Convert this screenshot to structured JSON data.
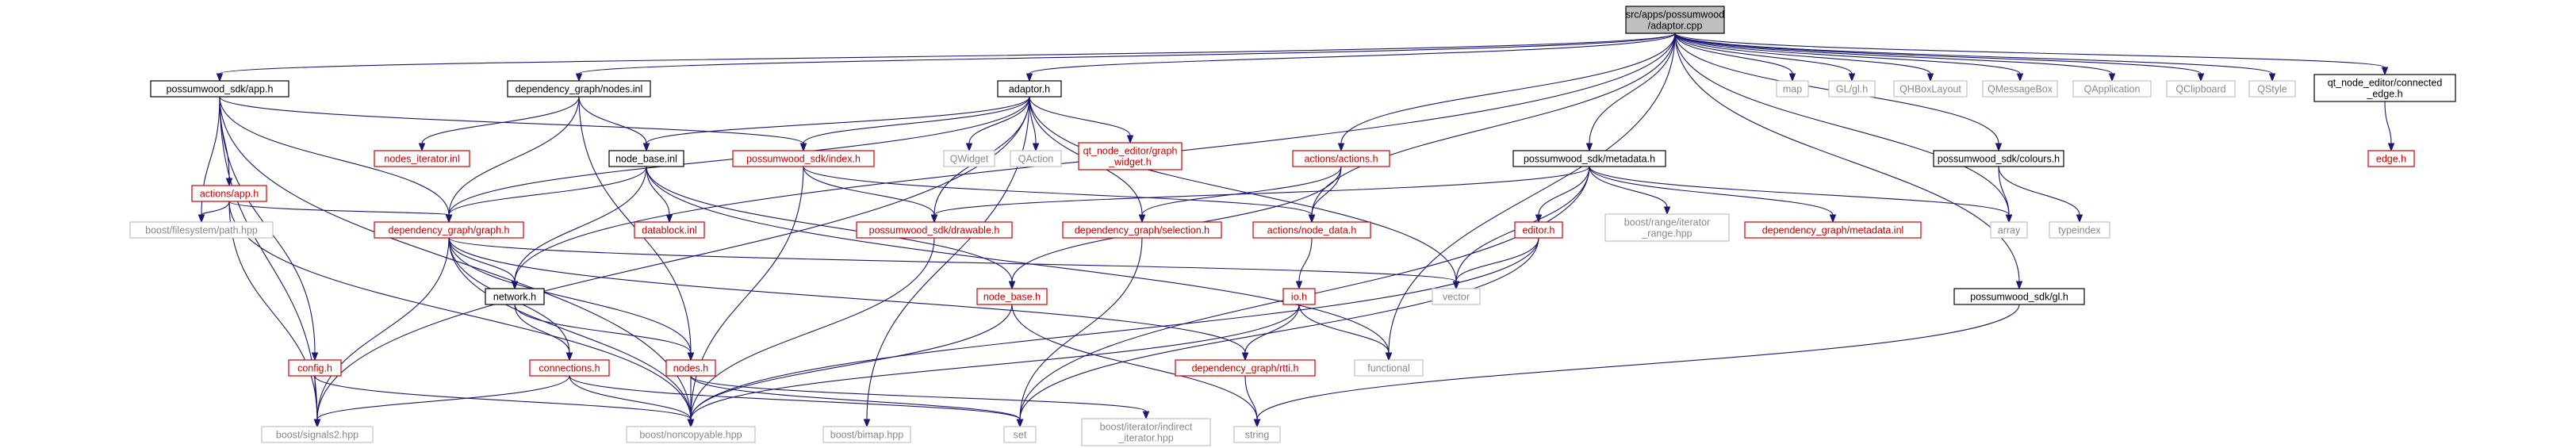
{
  "nodes": [
    {
      "id": "root",
      "lines": [
        "src/apps/possumwood",
        "/adaptor.cpp"
      ],
      "style": "root"
    },
    {
      "id": "sdk_app",
      "lines": [
        "possumwood_sdk/app.h"
      ],
      "style": "plain"
    },
    {
      "id": "dg_nodes_inl",
      "lines": [
        "dependency_graph/nodes.inl"
      ],
      "style": "plain"
    },
    {
      "id": "adaptor_h",
      "lines": [
        "adaptor.h"
      ],
      "style": "plain"
    },
    {
      "id": "actions_actions",
      "lines": [
        "actions/actions.h"
      ],
      "style": "red"
    },
    {
      "id": "sdk_metadata",
      "lines": [
        "possumwood_sdk/metadata.h"
      ],
      "style": "plain"
    },
    {
      "id": "sdk_colours",
      "lines": [
        "possumwood_sdk/colours.h"
      ],
      "style": "plain"
    },
    {
      "id": "map",
      "lines": [
        "map"
      ],
      "style": "gray"
    },
    {
      "id": "gl",
      "lines": [
        "GL/gl.h"
      ],
      "style": "gray"
    },
    {
      "id": "qhbox",
      "lines": [
        "QHBoxLayout"
      ],
      "style": "gray"
    },
    {
      "id": "qmsg",
      "lines": [
        "QMessageBox"
      ],
      "style": "gray"
    },
    {
      "id": "qapp",
      "lines": [
        "QApplication"
      ],
      "style": "gray"
    },
    {
      "id": "qclip",
      "lines": [
        "QClipboard"
      ],
      "style": "gray"
    },
    {
      "id": "qstyle",
      "lines": [
        "QStyle"
      ],
      "style": "gray"
    },
    {
      "id": "qt_conn_edge",
      "lines": [
        "qt_node_editor/connected",
        "_edge.h"
      ],
      "style": "plain"
    },
    {
      "id": "edge_h",
      "lines": [
        "edge.h"
      ],
      "style": "red"
    },
    {
      "id": "actions_app",
      "lines": [
        "actions/app.h"
      ],
      "style": "red"
    },
    {
      "id": "fs_path",
      "lines": [
        "boost/filesystem/path.hpp"
      ],
      "style": "gray"
    },
    {
      "id": "nodes_iter",
      "lines": [
        "nodes_iterator.inl"
      ],
      "style": "red"
    },
    {
      "id": "node_base_inl",
      "lines": [
        "node_base.inl"
      ],
      "style": "plain"
    },
    {
      "id": "sdk_index",
      "lines": [
        "possumwood_sdk/index.h"
      ],
      "style": "red"
    },
    {
      "id": "qwidget",
      "lines": [
        "QWidget"
      ],
      "style": "gray"
    },
    {
      "id": "qaction",
      "lines": [
        "QAction"
      ],
      "style": "gray"
    },
    {
      "id": "qt_graph_widget",
      "lines": [
        "qt_node_editor/graph",
        "_widget.h"
      ],
      "style": "red"
    },
    {
      "id": "dg_graph",
      "lines": [
        "dependency_graph/graph.h"
      ],
      "style": "red"
    },
    {
      "id": "datablock",
      "lines": [
        "datablock.inl"
      ],
      "style": "red"
    },
    {
      "id": "sdk_drawable",
      "lines": [
        "possumwood_sdk/drawable.h"
      ],
      "style": "red"
    },
    {
      "id": "dg_selection",
      "lines": [
        "dependency_graph/selection.h"
      ],
      "style": "red"
    },
    {
      "id": "actions_node_data",
      "lines": [
        "actions/node_data.h"
      ],
      "style": "red"
    },
    {
      "id": "range_iter",
      "lines": [
        "boost/range/iterator",
        "_range.hpp"
      ],
      "style": "gray"
    },
    {
      "id": "dg_metadata_inl",
      "lines": [
        "dependency_graph/metadata.inl"
      ],
      "style": "red"
    },
    {
      "id": "editor_h",
      "lines": [
        "editor.h"
      ],
      "style": "red"
    },
    {
      "id": "array",
      "lines": [
        "array"
      ],
      "style": "gray"
    },
    {
      "id": "typeindex",
      "lines": [
        "typeindex"
      ],
      "style": "gray"
    },
    {
      "id": "network_h",
      "lines": [
        "network.h"
      ],
      "style": "plain"
    },
    {
      "id": "vector",
      "lines": [
        "vector"
      ],
      "style": "gray"
    },
    {
      "id": "io_h",
      "lines": [
        "io.h"
      ],
      "style": "red"
    },
    {
      "id": "node_base_h",
      "lines": [
        "node_base.h"
      ],
      "style": "red"
    },
    {
      "id": "sdk_gl",
      "lines": [
        "possumwood_sdk/gl.h"
      ],
      "style": "plain"
    },
    {
      "id": "config_h",
      "lines": [
        "config.h"
      ],
      "style": "red"
    },
    {
      "id": "connections_h",
      "lines": [
        "connections.h"
      ],
      "style": "red"
    },
    {
      "id": "nodes_h",
      "lines": [
        "nodes.h"
      ],
      "style": "red"
    },
    {
      "id": "functional",
      "lines": [
        "functional"
      ],
      "style": "gray"
    },
    {
      "id": "dg_rtti",
      "lines": [
        "dependency_graph/rtti.h"
      ],
      "style": "red"
    },
    {
      "id": "signals2",
      "lines": [
        "boost/signals2.hpp"
      ],
      "style": "gray"
    },
    {
      "id": "noncopyable",
      "lines": [
        "boost/noncopyable.hpp"
      ],
      "style": "gray"
    },
    {
      "id": "bimap",
      "lines": [
        "boost/bimap.hpp"
      ],
      "style": "gray"
    },
    {
      "id": "set",
      "lines": [
        "set"
      ],
      "style": "gray"
    },
    {
      "id": "indirect_iter",
      "lines": [
        "boost/iterator/indirect",
        "_iterator.hpp"
      ],
      "style": "gray"
    },
    {
      "id": "string",
      "lines": [
        "string"
      ],
      "style": "gray"
    }
  ],
  "edges": [
    [
      "root",
      "sdk_app"
    ],
    [
      "root",
      "dg_nodes_inl"
    ],
    [
      "root",
      "adaptor_h"
    ],
    [
      "root",
      "actions_actions"
    ],
    [
      "root",
      "sdk_metadata"
    ],
    [
      "root",
      "sdk_colours"
    ],
    [
      "root",
      "map"
    ],
    [
      "root",
      "gl"
    ],
    [
      "root",
      "qhbox"
    ],
    [
      "root",
      "qmsg"
    ],
    [
      "root",
      "qapp"
    ],
    [
      "root",
      "qclip"
    ],
    [
      "root",
      "qstyle"
    ],
    [
      "root",
      "qt_conn_edge"
    ],
    [
      "root",
      "array"
    ],
    [
      "root",
      "functional"
    ],
    [
      "root",
      "sdk_gl"
    ],
    [
      "root",
      "network_h"
    ],
    [
      "root",
      "actions_node_data"
    ],
    [
      "qt_conn_edge",
      "edge_h"
    ],
    [
      "sdk_app",
      "actions_app"
    ],
    [
      "sdk_app",
      "fs_path"
    ],
    [
      "sdk_app",
      "dg_graph"
    ],
    [
      "sdk_app",
      "sdk_index"
    ],
    [
      "sdk_app",
      "config_h"
    ],
    [
      "sdk_app",
      "signals2"
    ],
    [
      "sdk_app",
      "noncopyable"
    ],
    [
      "actions_app",
      "fs_path"
    ],
    [
      "actions_app",
      "dg_graph"
    ],
    [
      "actions_app",
      "signals2"
    ],
    [
      "actions_app",
      "noncopyable"
    ],
    [
      "dg_nodes_inl",
      "nodes_iter"
    ],
    [
      "dg_nodes_inl",
      "node_base_inl"
    ],
    [
      "dg_nodes_inl",
      "dg_graph"
    ],
    [
      "dg_nodes_inl",
      "nodes_h"
    ],
    [
      "adaptor_h",
      "node_base_inl"
    ],
    [
      "adaptor_h",
      "sdk_index"
    ],
    [
      "adaptor_h",
      "qwidget"
    ],
    [
      "adaptor_h",
      "qaction"
    ],
    [
      "adaptor_h",
      "qt_graph_widget"
    ],
    [
      "adaptor_h",
      "dg_graph"
    ],
    [
      "adaptor_h",
      "sdk_drawable"
    ],
    [
      "adaptor_h",
      "dg_selection"
    ],
    [
      "adaptor_h",
      "vector"
    ],
    [
      "adaptor_h",
      "signals2"
    ],
    [
      "adaptor_h",
      "bimap"
    ],
    [
      "node_base_inl",
      "datablock"
    ],
    [
      "node_base_inl",
      "dg_graph"
    ],
    [
      "node_base_inl",
      "network_h"
    ],
    [
      "node_base_inl",
      "node_base_h"
    ],
    [
      "node_base_inl",
      "functional"
    ],
    [
      "sdk_index",
      "sdk_drawable"
    ],
    [
      "sdk_index",
      "actions_node_data"
    ],
    [
      "sdk_index",
      "noncopyable"
    ],
    [
      "actions_actions",
      "actions_node_data"
    ],
    [
      "actions_actions",
      "dg_selection"
    ],
    [
      "actions_actions",
      "node_base_h"
    ],
    [
      "sdk_metadata",
      "sdk_drawable"
    ],
    [
      "sdk_metadata",
      "range_iter"
    ],
    [
      "sdk_metadata",
      "dg_metadata_inl"
    ],
    [
      "sdk_metadata",
      "editor_h"
    ],
    [
      "sdk_metadata",
      "array"
    ],
    [
      "sdk_metadata",
      "vector"
    ],
    [
      "sdk_metadata",
      "set"
    ],
    [
      "sdk_colours",
      "array"
    ],
    [
      "sdk_colours",
      "typeindex"
    ],
    [
      "dg_graph",
      "network_h"
    ],
    [
      "dg_graph",
      "connections_h"
    ],
    [
      "dg_graph",
      "nodes_h"
    ],
    [
      "dg_graph",
      "vector"
    ],
    [
      "dg_graph",
      "dg_rtti"
    ],
    [
      "dg_graph",
      "signals2"
    ],
    [
      "dg_graph",
      "noncopyable"
    ],
    [
      "sdk_drawable",
      "noncopyable"
    ],
    [
      "dg_selection",
      "set"
    ],
    [
      "actions_node_data",
      "io_h"
    ],
    [
      "editor_h",
      "vector"
    ],
    [
      "editor_h",
      "noncopyable"
    ],
    [
      "editor_h",
      "set"
    ],
    [
      "io_h",
      "functional"
    ],
    [
      "io_h",
      "dg_rtti"
    ],
    [
      "io_h",
      "noncopyable"
    ],
    [
      "node_base_h",
      "noncopyable"
    ],
    [
      "node_base_h",
      "string"
    ],
    [
      "network_h",
      "connections_h"
    ],
    [
      "network_h",
      "nodes_h"
    ],
    [
      "config_h",
      "signals2"
    ],
    [
      "config_h",
      "noncopyable"
    ],
    [
      "connections_h",
      "signals2"
    ],
    [
      "connections_h",
      "noncopyable"
    ],
    [
      "connections_h",
      "set"
    ],
    [
      "nodes_h",
      "noncopyable"
    ],
    [
      "nodes_h",
      "indirect_iter"
    ],
    [
      "nodes_h",
      "set"
    ],
    [
      "dg_rtti",
      "string"
    ],
    [
      "sdk_gl",
      "string"
    ]
  ]
}
